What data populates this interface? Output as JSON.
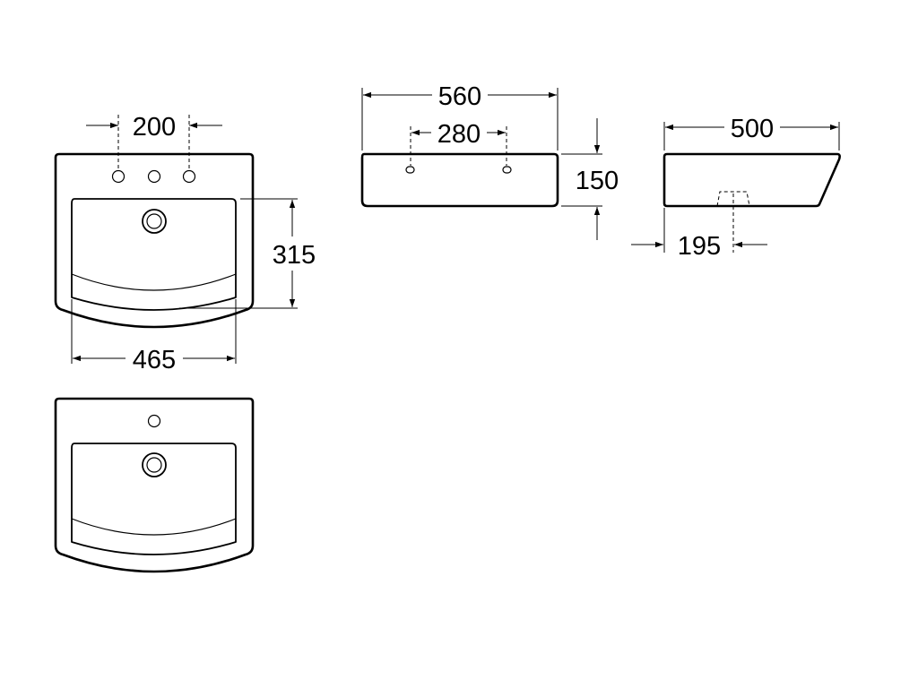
{
  "colors": {
    "line": "#000000",
    "background": "#ffffff"
  },
  "views": {
    "top_view_three_hole": {
      "dimensions": {
        "tap_hole_spacing": "200",
        "bowl_depth": "315",
        "bowl_width": "465"
      }
    },
    "front_view": {
      "dimensions": {
        "overall_width": "560",
        "fixing_hole_spacing": "280",
        "height": "150"
      }
    },
    "side_view": {
      "dimensions": {
        "overall_depth": "500",
        "waste_offset": "195"
      }
    },
    "top_view_single_hole": {}
  }
}
